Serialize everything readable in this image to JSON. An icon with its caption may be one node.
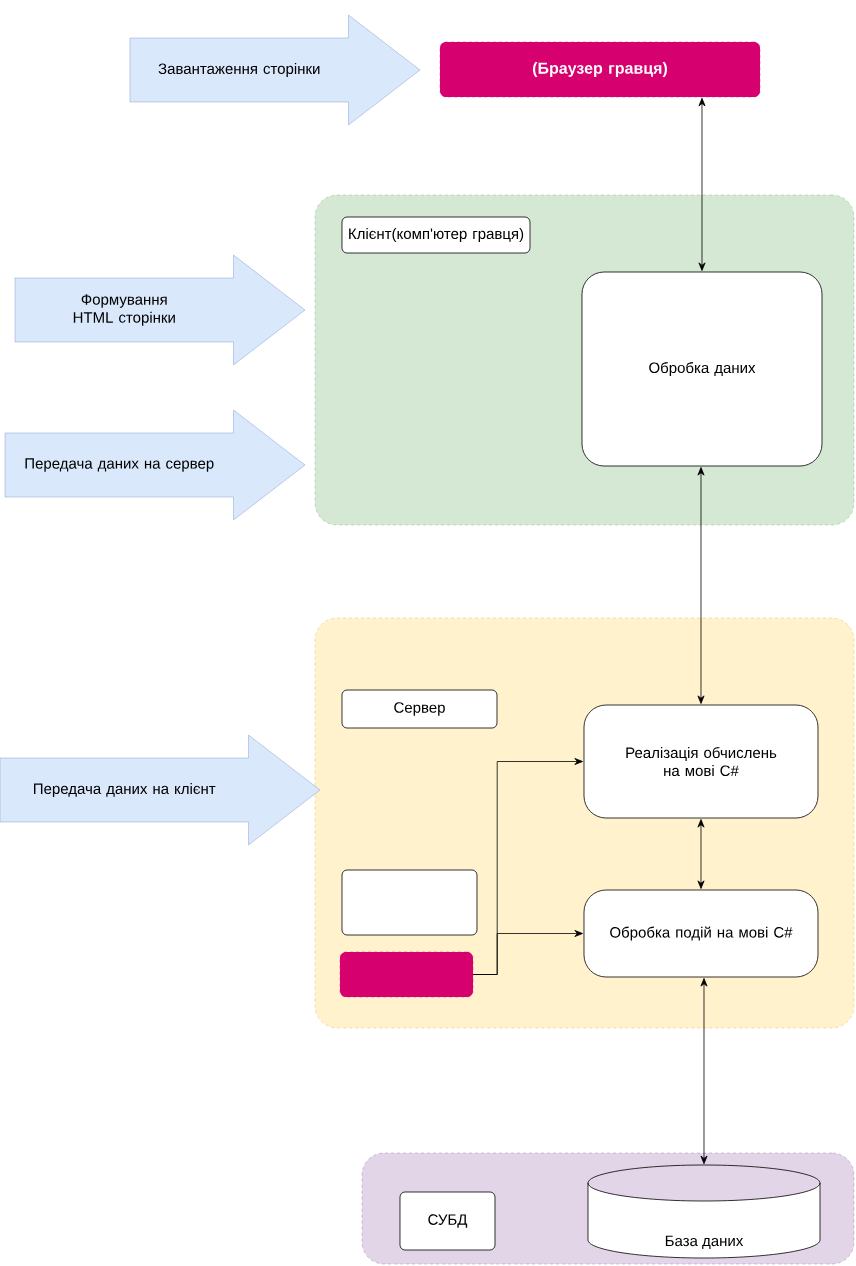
{
  "diagram": {
    "nodes": [
      {
        "text": [
          "Завантаження сторінки"
        ]
      },
      {
        "text": [
          "(Браузер гравця)"
        ]
      },
      {
        "text": [],
        "shape": "box"
      },
      {
        "text": [
          "Клієнт(комп'ютер гравця)"
        ],
        "in": 2
      },
      {
        "text": [
          "Обробка даних"
        ],
        "in": 2
      },
      {
        "text": [
          "Формування HTML сторінки"
        ]
      },
      {
        "text": [
          "Передача даних на сервер"
        ]
      },
      {
        "text": [],
        "shape": "box"
      },
      {
        "text": [
          "Сервер"
        ],
        "in": 7
      },
      {
        "text": [
          "Реалізація обчислень на мові C#"
        ],
        "in": 7
      },
      {
        "text": [],
        "shape": "box",
        "in": 7
      },
      {
        "text": [
          "Обробка подій на мові C#"
        ],
        "in": 7
      },
      {
        "text": [],
        "shape": "box",
        "in": 7
      },
      {
        "text": [
          "Передача даних на клієнт"
        ]
      },
      {
        "text": [],
        "shape": "box"
      },
      {
        "text": [
          "СУБД"
        ],
        "in": 14
      },
      {
        "text": [
          "База даних"
        ],
        "in": 14
      }
    ],
    "edges": [
      {
        "from": 1,
        "to": 4,
        "arrow": "both"
      },
      {
        "from": 4,
        "to": 9,
        "arrow": "both"
      },
      {
        "from": 9,
        "to": 11,
        "arrow": "both"
      },
      {
        "from": 11,
        "to": 16,
        "arrow": "both"
      },
      {
        "from": 12,
        "to": 9,
        "arrow": "to"
      },
      {
        "from": 12,
        "to": 11,
        "arrow": "to"
      }
    ]
  }
}
